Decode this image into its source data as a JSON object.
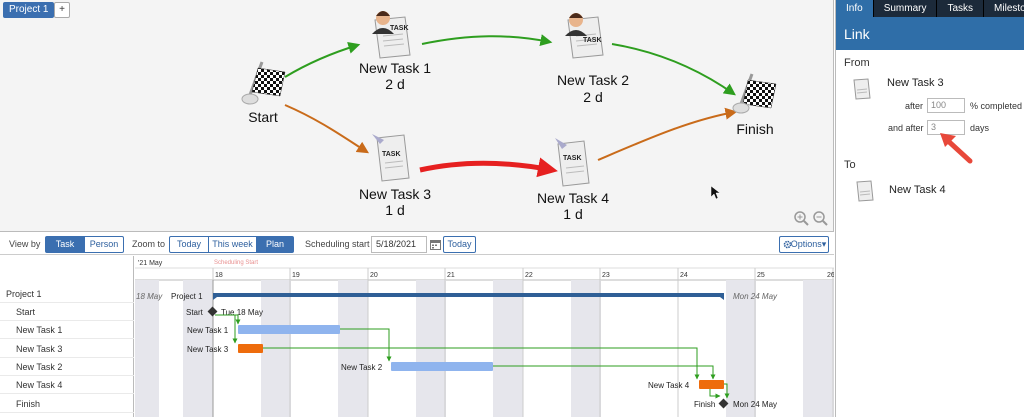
{
  "project_tab": "Project 1",
  "add_tab": "+",
  "diagram": {
    "nodes": {
      "start": "Start",
      "task1_name": "New Task 1",
      "task1_dur": "2 d",
      "task2_name": "New Task 2",
      "task2_dur": "2 d",
      "task3_name": "New Task 3",
      "task3_dur": "1 d",
      "task4_name": "New Task 4",
      "task4_dur": "1 d",
      "finish": "Finish",
      "doc_label": "TASK"
    },
    "colors": {
      "link_green": "#2e9e1f",
      "link_orange": "#c96b1a",
      "selected_link": "#e62020"
    }
  },
  "panel": {
    "tabs": [
      "Info",
      "Summary",
      "Tasks",
      "Milestones"
    ],
    "header": "Link",
    "from_label": "From",
    "from_task": "New Task 3",
    "after_label": "after",
    "percent_value": "100",
    "percent_suffix": "% completed",
    "and_after_label": "and after",
    "days_value": "3",
    "days_suffix": "days",
    "to_label": "To",
    "to_task": "New Task 4"
  },
  "toolbar": {
    "view_by_label": "View by",
    "view_task": "Task",
    "view_person": "Person",
    "zoom_label": "Zoom to",
    "zoom_today": "Today",
    "zoom_week": "This week",
    "zoom_plan": "Plan",
    "sched_label": "Scheduling start",
    "sched_date": "5/18/2021",
    "today_btn": "Today",
    "options_btn": "Options"
  },
  "gantt": {
    "tree_rows": [
      "Project 1",
      "Start",
      "New Task 1",
      "New Task 3",
      "New Task 2",
      "New Task 4",
      "Finish"
    ],
    "month_label": "'21  May",
    "day_labels": [
      "18",
      "19",
      "20",
      "21",
      "22",
      "23",
      "24",
      "25",
      "26"
    ],
    "scheduling_marker": "Scheduling Start",
    "left_date": "18 May",
    "right_date": "Mon 24 May",
    "start_label": "Tue 18 May",
    "finish_label": "Mon 24 May"
  }
}
